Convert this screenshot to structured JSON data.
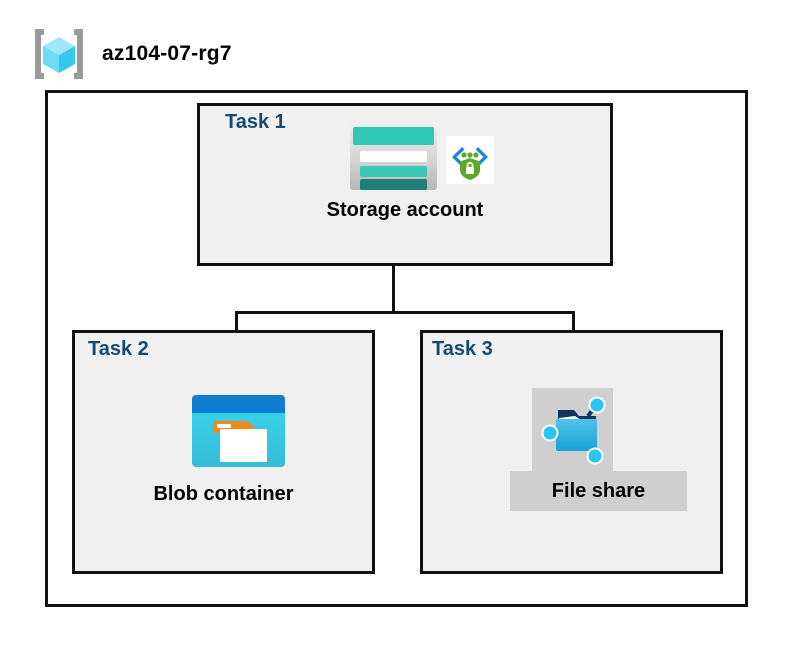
{
  "diagram": {
    "title": "az104-07-rg7",
    "resource_group_icon": "resource-group-cube-icon",
    "colors": {
      "task_label": "#124A73",
      "box_border": "#111111",
      "task_fill": "#f0f0f0",
      "outer_fill": "#ffffff",
      "storage_teal": "#32c6b4",
      "storage_teal_dark": "#1f7f76",
      "blob_blue": "#0f7ed1",
      "blob_cyan": "#35bcd6",
      "blob_orange": "#f08a1e",
      "fileshare_blue": "#2aa9e0",
      "fileshare_plate": "#cfcfcf",
      "shield_green": "#5ca827",
      "bracket_blue": "#1c87d4",
      "cube_cyan": "#9fe7fb"
    },
    "tasks": [
      {
        "id": "task1",
        "label": "Task 1",
        "node_label": "Storage account",
        "icons": [
          "storage-account-icon",
          "secure-shield-icon"
        ]
      },
      {
        "id": "task2",
        "label": "Task 2",
        "node_label": "Blob container",
        "icons": [
          "blob-container-icon"
        ]
      },
      {
        "id": "task3",
        "label": "Task 3",
        "node_label": "File share",
        "icons": [
          "file-share-icon"
        ]
      }
    ],
    "connectors": [
      {
        "id": "stem",
        "from": "Storage account",
        "to": "branch-bus"
      },
      {
        "id": "left",
        "from": "branch-bus",
        "to": "Blob container"
      },
      {
        "id": "right",
        "from": "branch-bus",
        "to": "File share"
      }
    ]
  }
}
